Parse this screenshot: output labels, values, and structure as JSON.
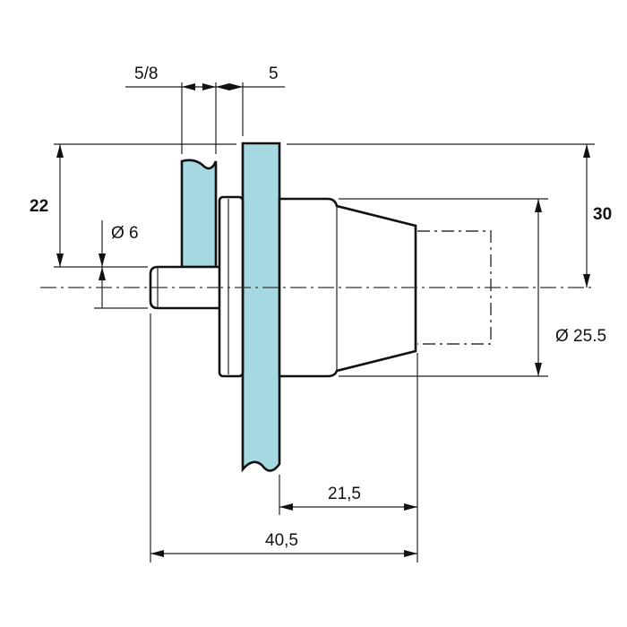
{
  "drawing": {
    "panel_color": "#a6d9e2",
    "line_color": "#111111",
    "dimensions": {
      "panel_thickness_range": "5/8",
      "clearance": "5",
      "height_to_axis": "22",
      "overall_height": "30",
      "pin_diameter": "Ø 6",
      "body_diameter": "Ø 25.5",
      "body_length": "21,5",
      "overall_length": "40,5"
    }
  }
}
